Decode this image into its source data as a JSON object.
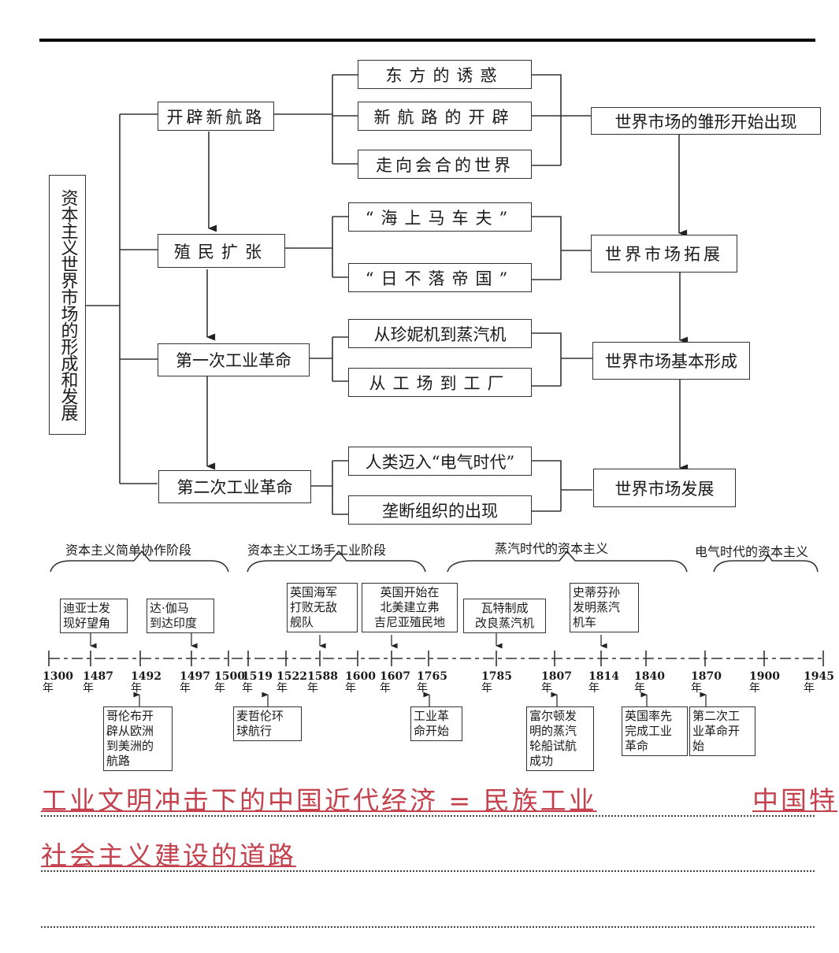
{
  "root": {
    "label": "资本主义世界市场的形成和发展"
  },
  "stages": [
    {
      "label": "开辟新航路",
      "subs": [
        "东方的诱惑",
        "新航路的开辟",
        "走向会合的世界"
      ],
      "result": "世界市场的雏形开始出现"
    },
    {
      "label": "殖民扩张",
      "subs": [
        "“海上马车夫”",
        "“日不落帝国”"
      ],
      "result": "世界市场拓展"
    },
    {
      "label": "第一次工业革命",
      "subs": [
        "从珍妮机到蒸汽机",
        "从工场到工厂"
      ],
      "result": "世界市场基本形成"
    },
    {
      "label": "第二次工业革命",
      "subs": [
        "人类迈入“电气时代”",
        "垄断组织的出现"
      ],
      "result": "世界市场发展"
    }
  ],
  "timeline": {
    "phases": [
      "资本主义简单协作阶段",
      "资本主义工场手工业阶段",
      "蒸汽时代的资本主义",
      "电气时代的资本主义"
    ],
    "year_suffix": "年",
    "years": [
      "1300",
      "1487",
      "1492",
      "1497",
      "1500",
      "1519",
      "1522",
      "1588",
      "1600",
      "1607",
      "1765",
      "1785",
      "1807",
      "1814",
      "1840",
      "1870",
      "1900",
      "1945"
    ],
    "events_above": [
      {
        "year": "1487",
        "text": "迪亚士发\n现好望角"
      },
      {
        "year": "1497",
        "text": "达·伽马\n到达印度"
      },
      {
        "year": "1588",
        "text": "英国海军\n打败无敌\n舰队"
      },
      {
        "year": "1607",
        "text": "英国开始在\n北美建立弗\n吉尼亚殖民地"
      },
      {
        "year": "1785",
        "text": "瓦特制成\n改良蒸汽机"
      },
      {
        "year": "1814",
        "text": "史蒂芬孙\n发明蒸汽\n机车"
      }
    ],
    "events_below": [
      {
        "year": "1492",
        "text": "哥伦布开\n辟从欧洲\n到美洲的\n航路"
      },
      {
        "year": "1519-1522",
        "text": "麦哲伦环\n球航行"
      },
      {
        "year": "1765",
        "text": "工业革\n命开始"
      },
      {
        "year": "1807",
        "text": "富尔顿发\n明的蒸汽\n轮船试航\n成功"
      },
      {
        "year": "1840",
        "text": "英国率先\n完成工业\n革命"
      },
      {
        "year": "1870",
        "text": "第二次工\n业革命开\n始"
      }
    ]
  },
  "handwritten_notes": [
    "工业文明冲击下的中国近代经济 = 民族工业",
    "中国特",
    "社会主义建设的道路"
  ]
}
